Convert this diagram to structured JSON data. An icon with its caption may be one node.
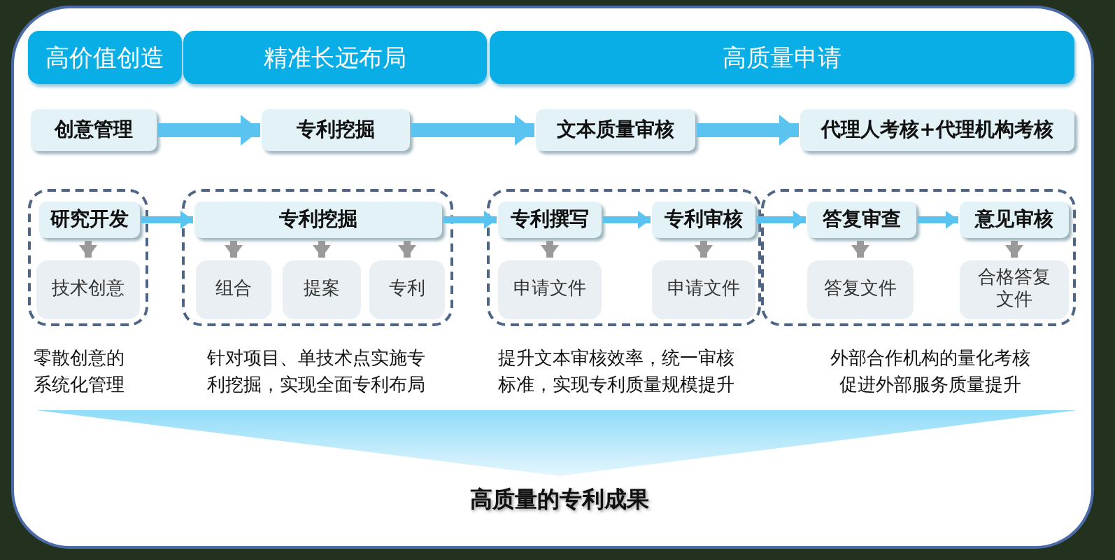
{
  "diagram": {
    "nodes": [
      {
        "text": [
          "高价值创造"
        ]
      },
      {
        "text": [
          "精准长远布局"
        ]
      },
      {
        "text": [
          "高质量申请"
        ]
      },
      {
        "text": [
          "创意管理"
        ]
      },
      {
        "text": [
          "专利挖掘"
        ]
      },
      {
        "text": [
          "文本质量审核"
        ]
      },
      {
        "text": [
          "代理人考核+代理机构考核"
        ]
      },
      {
        "text": [],
        "shape": "box"
      },
      {
        "text": [
          "研究开发"
        ],
        "in": 7
      },
      {
        "text": [
          "技术创意"
        ],
        "in": 7
      },
      {
        "text": [],
        "shape": "box"
      },
      {
        "text": [
          "专利挖掘"
        ],
        "in": 10
      },
      {
        "text": [
          "组合"
        ],
        "in": 10
      },
      {
        "text": [
          "提案"
        ],
        "in": 10
      },
      {
        "text": [
          "专利"
        ],
        "in": 10
      },
      {
        "text": [],
        "shape": "box"
      },
      {
        "text": [
          "专利撰写"
        ],
        "in": 15
      },
      {
        "text": [
          "专利审核"
        ],
        "in": 15
      },
      {
        "text": [
          "申请文件"
        ],
        "in": 15
      },
      {
        "text": [
          "申请文件"
        ],
        "in": 15
      },
      {
        "text": [],
        "shape": "box"
      },
      {
        "text": [
          "答复审查"
        ],
        "in": 20
      },
      {
        "text": [
          "意见审核"
        ],
        "in": 20
      },
      {
        "text": [
          "答复文件"
        ],
        "in": 20
      },
      {
        "text": [
          "合格答复文件"
        ],
        "in": 20
      }
    ],
    "edges": [
      {
        "from": 3,
        "to": 4,
        "arrow": "to",
        "style": "thick"
      },
      {
        "from": 4,
        "to": 5,
        "arrow": "to",
        "style": "thick"
      },
      {
        "from": 5,
        "to": 6,
        "arrow": "to",
        "style": "thick"
      },
      {
        "from": 8,
        "to": 9,
        "arrow": "to",
        "color": "#9a9a9a"
      },
      {
        "from": 11,
        "to": 12,
        "arrow": "to",
        "color": "#9a9a9a"
      },
      {
        "from": 11,
        "to": 13,
        "arrow": "to",
        "color": "#9a9a9a"
      },
      {
        "from": 11,
        "to": 14,
        "arrow": "to",
        "color": "#9a9a9a"
      },
      {
        "from": 16,
        "to": 18,
        "arrow": "to",
        "color": "#9a9a9a"
      },
      {
        "from": 17,
        "to": 19,
        "arrow": "to",
        "color": "#9a9a9a"
      },
      {
        "from": 21,
        "to": 23,
        "arrow": "to",
        "color": "#9a9a9a"
      },
      {
        "from": 22,
        "to": 24,
        "arrow": "to",
        "color": "#9a9a9a"
      },
      {
        "from": 8,
        "to": 11,
        "arrow": "to"
      },
      {
        "from": 11,
        "to": 16,
        "arrow": "to"
      },
      {
        "from": 16,
        "to": 17,
        "arrow": "to"
      },
      {
        "from": 17,
        "to": 21,
        "arrow": "to"
      },
      {
        "from": 21,
        "to": 22,
        "arrow": "to"
      }
    ],
    "labels": [
      "零散创意的系统化管理",
      "针对项目、单技术点实施专利挖掘，实现全面专利布局",
      "提升文本审核效率，统一审核标准，实现专利质量规模提升",
      "外部合作机构的量化考核促进外部服务质量提升",
      "高质量的专利成果"
    ]
  }
}
